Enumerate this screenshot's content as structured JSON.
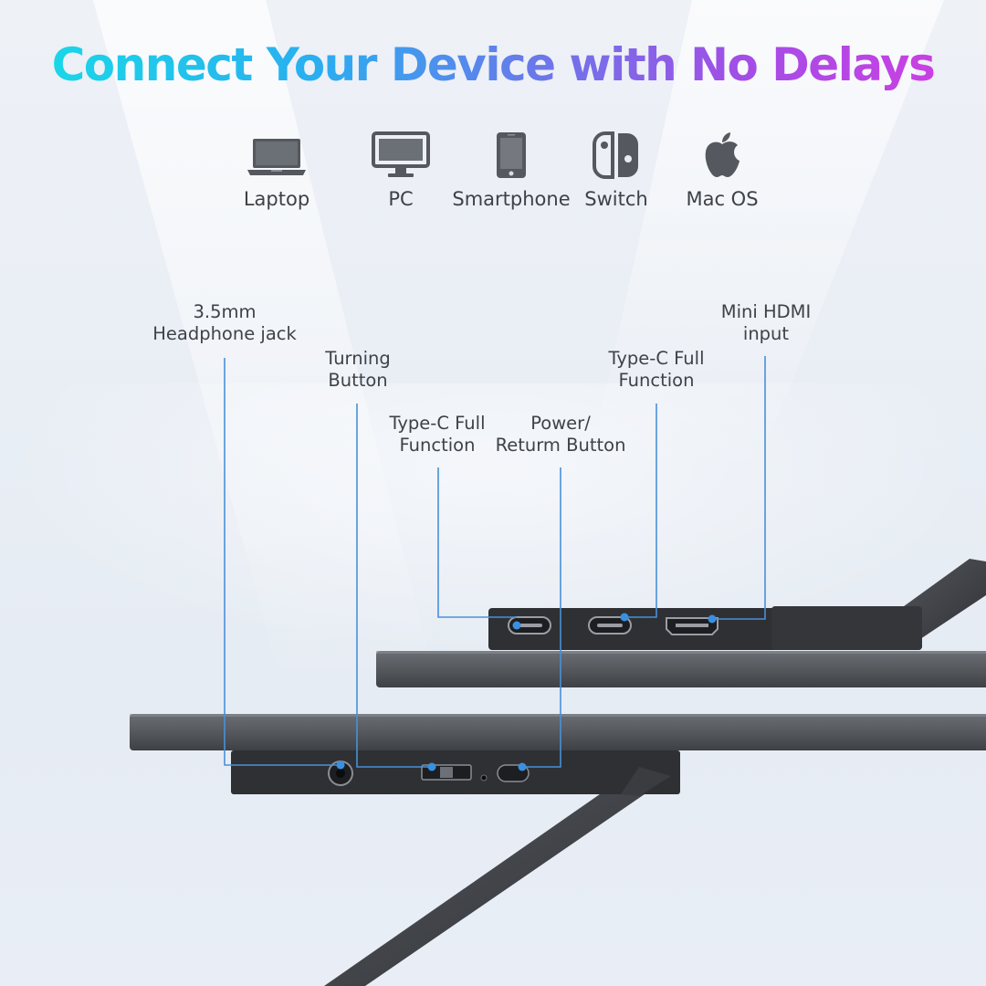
{
  "headline": "Connect Your Device with No Delays",
  "devices": [
    {
      "label": "Laptop",
      "icon": "laptop-icon"
    },
    {
      "label": "PC",
      "icon": "monitor-icon"
    },
    {
      "label": "Smartphone",
      "icon": "smartphone-icon"
    },
    {
      "label": "Switch",
      "icon": "game-console-icon"
    },
    {
      "label": "Mac OS",
      "icon": "apple-logo-icon"
    }
  ],
  "ports": {
    "headphone": {
      "line1": "3.5mm",
      "line2": "Headphone jack"
    },
    "turning": {
      "line1": "Turning",
      "line2": "Button"
    },
    "typec_left": {
      "line1": "Type-C Full",
      "line2": "Function"
    },
    "power": {
      "line1": "Power/",
      "line2": "Returm Button"
    },
    "typec_right": {
      "line1": "Type-C Full",
      "line2": "Function"
    },
    "hdmi": {
      "line1": "Mini HDMI",
      "line2": "input"
    }
  },
  "colors": {
    "gradient_start": "#1ad6e8",
    "gradient_end": "#c940e4",
    "callout_line": "#4a90d8",
    "device_body": "#3a3c40"
  }
}
